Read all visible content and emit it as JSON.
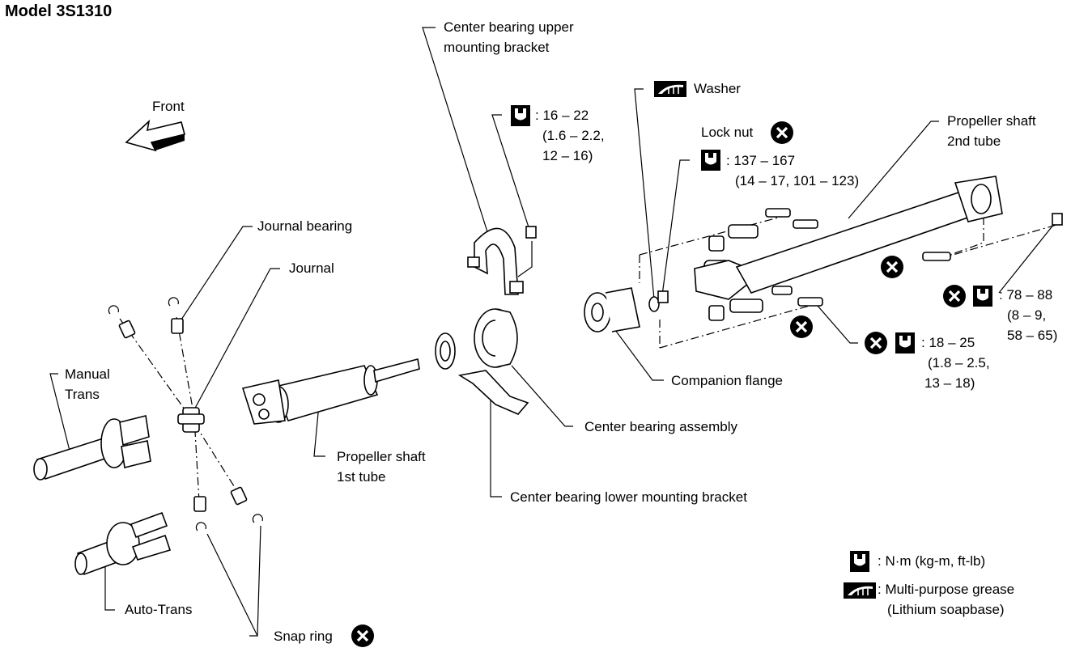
{
  "title": "Model 3S1310",
  "front": "Front",
  "labels": {
    "center_upper_1": "Center bearing upper",
    "center_upper_2": "mounting bracket",
    "washer": "Washer",
    "lock_nut": "Lock nut",
    "prop2_1": "Propeller shaft",
    "prop2_2": "2nd tube",
    "journal_bearing": "Journal bearing",
    "journal": "Journal",
    "manual_1": "Manual",
    "manual_2": "Trans",
    "prop1_1": "Propeller shaft",
    "prop1_2": "1st tube",
    "center_assembly": "Center bearing assembly",
    "companion": "Companion flange",
    "center_lower": "Center bearing lower mounting bracket",
    "auto_trans": "Auto-Trans",
    "snap_ring": "Snap ring"
  },
  "torques": {
    "t1_a": ": 16 – 22",
    "t1_b": "(1.6 – 2.2,",
    "t1_c": "12 – 16)",
    "t2_a": ": 137 – 167",
    "t2_b": "(14 – 17, 101 – 123)",
    "t3_a": ": 78 – 88",
    "t3_b": "(8 – 9,",
    "t3_c": "58 – 65)",
    "t4_a": ": 18 – 25",
    "t4_b": "(1.8 – 2.5,",
    "t4_c": "13 – 18)"
  },
  "legend": {
    "torque": ": N·m (kg-m, ft-lb)",
    "grease_1": ": Multi-purpose grease",
    "grease_2": "(Lithium soapbase)"
  },
  "icons": [
    "torque-wrench-icon",
    "grease-icon",
    "do-not-reuse-icon",
    "front-arrow-icon"
  ]
}
